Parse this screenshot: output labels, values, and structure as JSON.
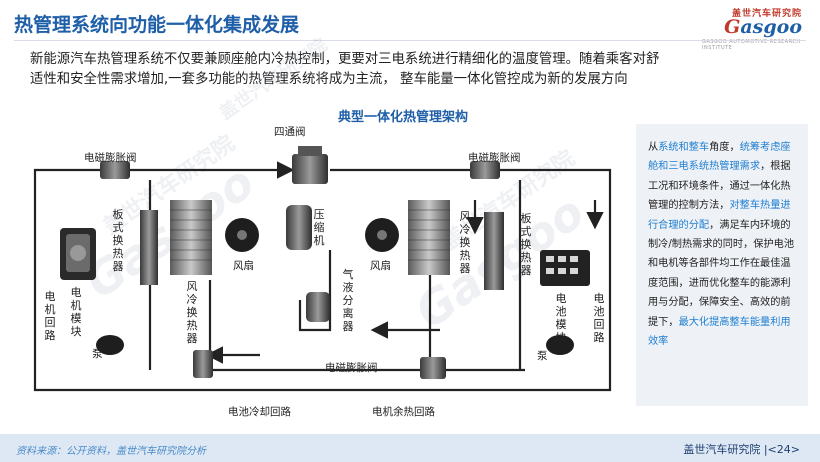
{
  "header": {
    "title": "热管理系统向功能一体化集成发展",
    "logo_top": "盖世汽车研究院",
    "logo_main_g": "G",
    "logo_main_rest": "asgoo",
    "logo_sub": "GASGOO AUTOMOTIVE RESEARCH INSTITUTE"
  },
  "intro": {
    "line1": "新能源汽车热管理系统不仅要兼顾座舱内冷热控制，更要对三电系统进行精细化的温度管理。随着乘客对舒",
    "line2": "适性和安全性需求增加,一套多功能的热管理系统将成为主流， 整车能量一体化管控成为新的发展方向"
  },
  "diagram": {
    "title": "典型一体化热管理架构",
    "labels": {
      "four_way_valve": "四通阀",
      "evx_top_left": "电磁膨胀阀",
      "evx_top_right": "电磁膨胀阀",
      "evx_bottom": "电磁膨胀阀",
      "plate_hx_left": "板式换热器",
      "plate_hx_right": "板式换热器",
      "compressor": "压缩机",
      "fan_left": "风扇",
      "fan_right": "风扇",
      "air_hx_left": "风冷换热器",
      "air_hx_right": "风冷换热器",
      "separator": "气液分离器",
      "motor_loop": "电机回路",
      "motor_module": "电机模块",
      "pump_left": "泵",
      "pump_right": "泵",
      "battery_module": "电池模块",
      "battery_loop": "电池回路",
      "battery_cooling_loop": "电池冷却回路",
      "motor_waste_loop": "电机余热回路"
    }
  },
  "side_panel": {
    "p1": "从",
    "h1": "系统和整车",
    "p2": "角度，",
    "h2": "统筹考虑座舱和三电系统热管理需求",
    "p3": "，根据工况和环境条件，通过一体化热管理的控制方法，",
    "h3": "对整车热量进行合理的分配",
    "p4": "，满足车内环境的制冷/制热需求的同时，保护电池和电机等各部件均工作在最佳温度范围，进而优化整车的能源利用与分配，保障安全、高效的前提下，",
    "h4": "最大化提高整车能量利用效率"
  },
  "footer": {
    "source": "资料来源：公开资料，盖世汽车研究院分析",
    "page": "盖世汽车研究院  |<24>"
  },
  "colors": {
    "title_blue": "#1f5fa8",
    "highlight_blue": "#1f7fd1",
    "footer_bg": "#dde8f4",
    "panel_bg": "#eef1f6"
  }
}
